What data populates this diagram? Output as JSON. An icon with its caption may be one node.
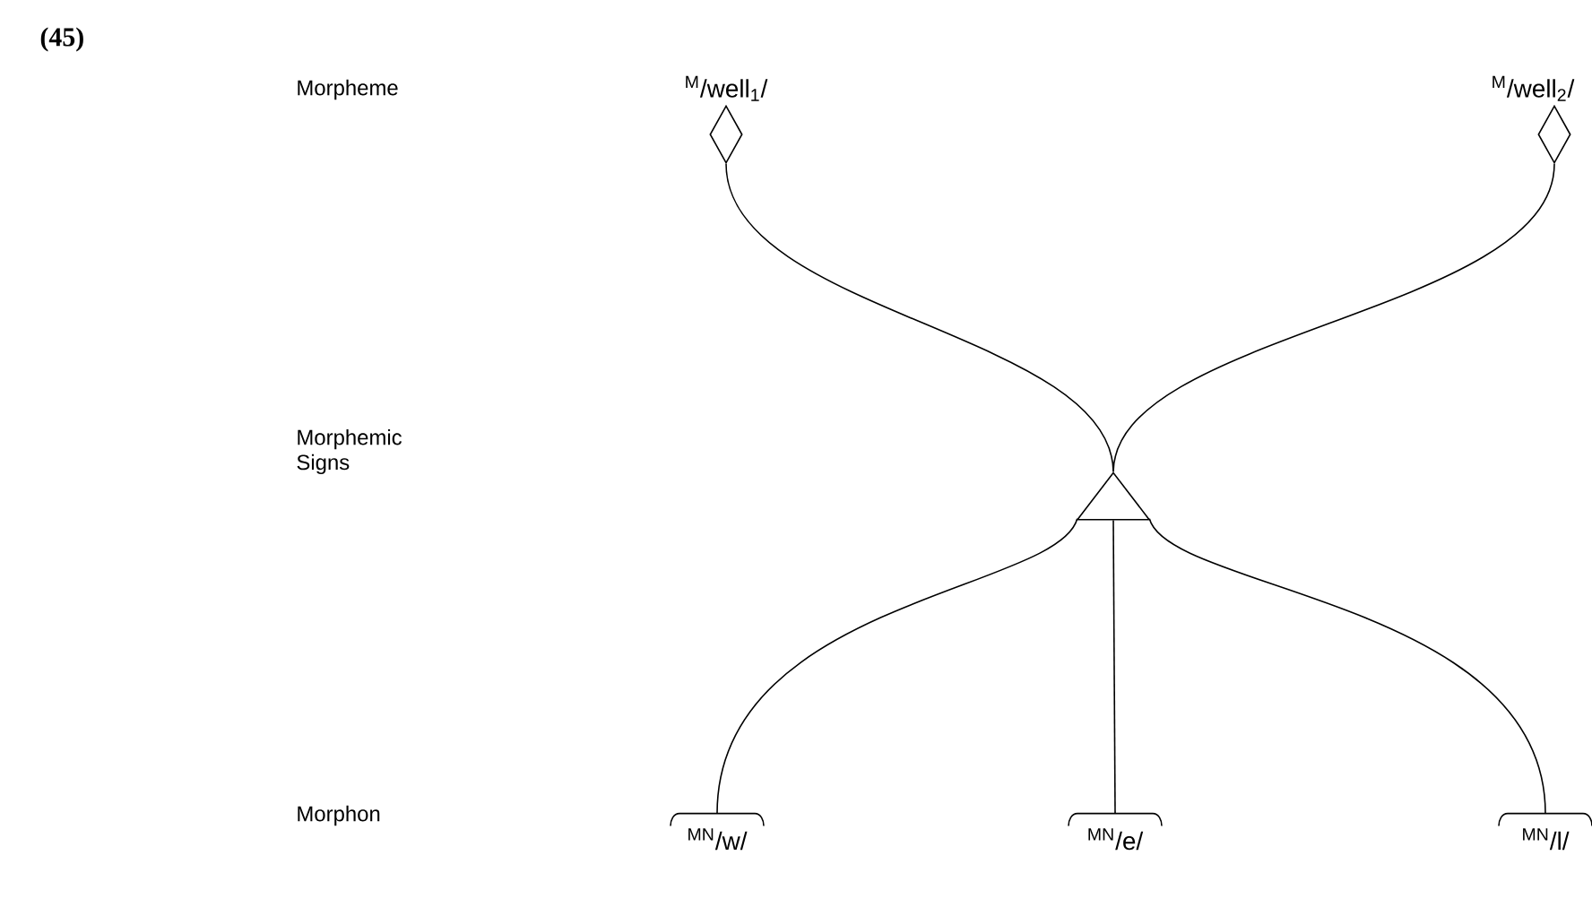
{
  "diagram": {
    "nodes": [
      {
        "text": [
          "$^{M}$/well$_{1}$/"
        ]
      },
      {
        "text": [
          "$^{M}$/well$_{2}$/"
        ]
      },
      {
        "text": [],
        "shape": "triangle"
      },
      {
        "text": [
          "$^{MN}$/w/"
        ]
      },
      {
        "text": [
          "$^{MN}$/e/"
        ]
      },
      {
        "text": [
          "$^{MN}$/l/"
        ]
      }
    ],
    "edges": [
      {
        "from": 0,
        "to": 2,
        "arrow": "none"
      },
      {
        "from": 1,
        "to": 2,
        "arrow": "none"
      },
      {
        "from": 3,
        "to": 2,
        "arrow": "none"
      },
      {
        "from": 4,
        "to": 2,
        "arrow": "none"
      },
      {
        "from": 5,
        "to": 2,
        "arrow": "none"
      }
    ],
    "labels": [
      "(45)",
      "Morpheme",
      "Morphemic Signs",
      "Morphon"
    ]
  }
}
